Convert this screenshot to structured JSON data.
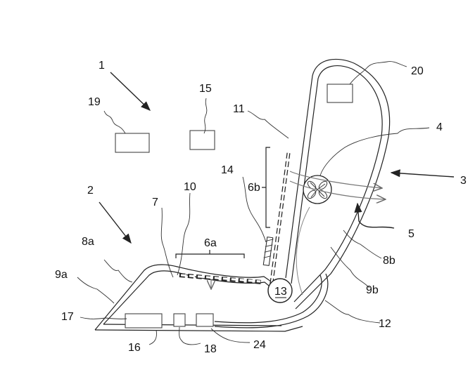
{
  "labels": {
    "l1": "1",
    "l2": "2",
    "l3": "3",
    "l4": "4",
    "l5": "5",
    "l6a": "6a",
    "l6b": "6b",
    "l7": "7",
    "l8a": "8a",
    "l8b": "8b",
    "l9a": "9a",
    "l9b": "9b",
    "l10": "10",
    "l11": "11",
    "l12": "12",
    "l13": "13",
    "l14": "14",
    "l15": "15",
    "l16": "16",
    "l17": "17",
    "l18": "18",
    "l19": "19",
    "l20": "20",
    "l24": "24"
  }
}
